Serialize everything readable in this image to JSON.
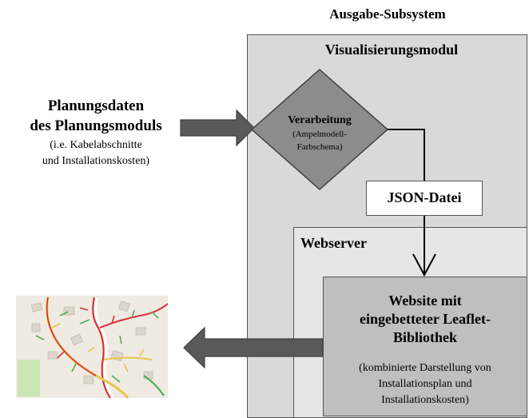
{
  "header": {
    "subsystem_title": "Ausgabe-Subsystem"
  },
  "modules": {
    "visualisierung": "Visualisierungsmodul",
    "webserver": "Webserver"
  },
  "input": {
    "line1": "Planungsdaten",
    "line2": "des Planungsmoduls",
    "sub1": "(i.e. Kabelabschnitte",
    "sub2": "und Installationskosten)"
  },
  "processing": {
    "title": "Verarbeitung",
    "sub1": "(Ampelmodell-",
    "sub2": "Farbschema)"
  },
  "json_file": "JSON-Datei",
  "website": {
    "line1": "Website mit",
    "line2": "eingebetteter Leaflet-",
    "line3": "Bibliothek",
    "sub1": "(kombinierte Darstellung von",
    "sub2": "Installationsplan und",
    "sub3": "Installationskosten)"
  },
  "colors": {
    "map_bg": "#efeae2",
    "map_red": "#d9303a",
    "map_green": "#4caf50",
    "map_yellow": "#e8c547"
  },
  "icons": {
    "map": "map-thumbnail-icon"
  }
}
